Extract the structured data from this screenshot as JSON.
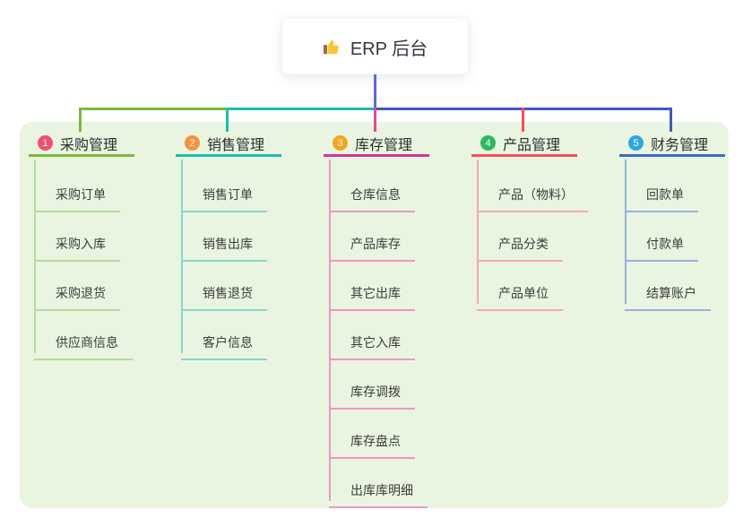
{
  "root": {
    "icon": "thumbs-up-icon",
    "label": "ERP 后台"
  },
  "panel_color": "#e9f5e1",
  "connectors": {
    "root_stem_color": "#5a6ad4",
    "segment_colors": [
      "#7db83e",
      "#1cbcb0",
      "#4457bb"
    ]
  },
  "branches": [
    {
      "num": "1",
      "label": "采购管理",
      "badge_color": "#f0506e",
      "line_color": "#7db83e",
      "light_color": "#b5dc9a",
      "drop_color": "#7db83e",
      "children": [
        "采购订单",
        "采购入库",
        "采购退货",
        "供应商信息"
      ]
    },
    {
      "num": "2",
      "label": "销售管理",
      "badge_color": "#f8913c",
      "line_color": "#1cbcb0",
      "light_color": "#8ad5cc",
      "drop_color": "#1cbcb0",
      "children": [
        "销售订单",
        "销售出库",
        "销售退货",
        "客户信息"
      ]
    },
    {
      "num": "3",
      "label": "库存管理",
      "badge_color": "#f5a523",
      "line_color": "#d2359d",
      "light_color": "#f095c4",
      "drop_color": "#e8459c",
      "children": [
        "仓库信息",
        "产品库存",
        "其它出库",
        "其它入库",
        "库存调拨",
        "库存盘点",
        "出库库明细"
      ]
    },
    {
      "num": "4",
      "label": "产品管理",
      "badge_color": "#2cb95f",
      "line_color": "#f1505a",
      "light_color": "#f8a8ab",
      "drop_color": "#f1505a",
      "children": [
        "产品（物料）",
        "产品分类",
        "产品单位"
      ]
    },
    {
      "num": "5",
      "label": "财务管理",
      "badge_color": "#2fa6e0",
      "line_color": "#3a6bc6",
      "light_color": "#9bb1e0",
      "drop_color": "#4457bb",
      "children": [
        "回款单",
        "付款单",
        "结算账户"
      ]
    }
  ]
}
